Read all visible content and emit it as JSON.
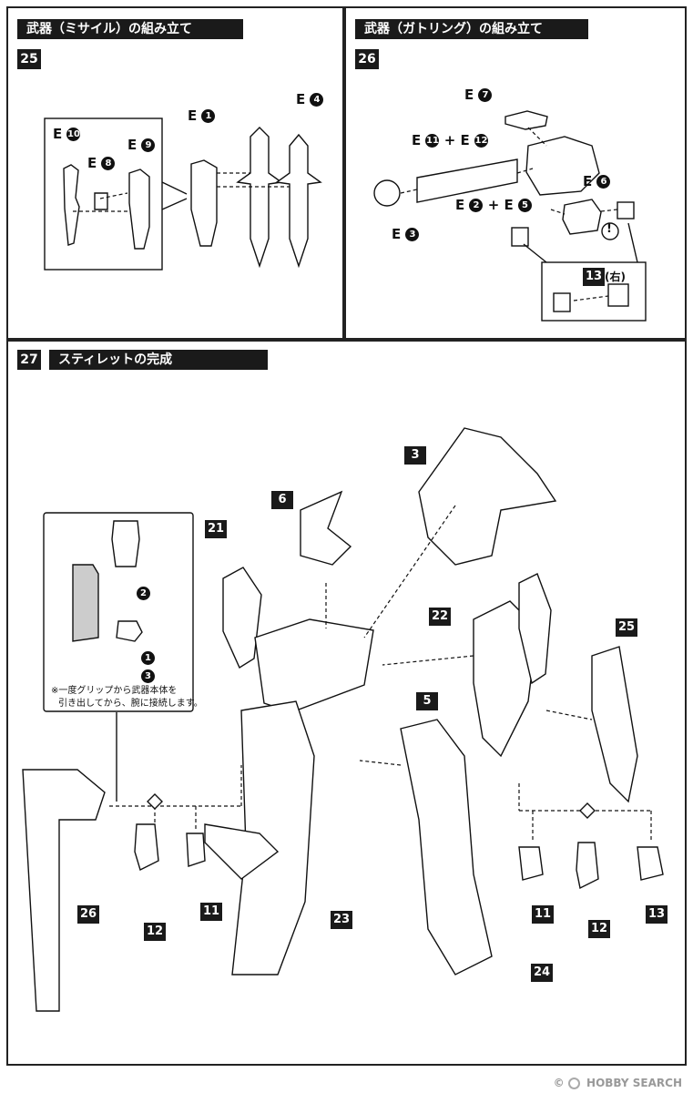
{
  "panel25": {
    "title": "武器（ミサイル）の組み立て",
    "step": "25",
    "parts": {
      "e10": "10",
      "e8": "8",
      "e9": "9",
      "e1": "1",
      "e4": "4"
    },
    "prefix": "E"
  },
  "panel26": {
    "title": "武器（ガトリング）の組み立て",
    "step": "26",
    "prefix": "E",
    "plus": "+",
    "parts": {
      "e7": "7",
      "e11": "11",
      "e12": "12",
      "e2": "2",
      "e5": "5",
      "e6": "6",
      "e3": "3"
    },
    "callout_badge": "13",
    "callout_note": "(右)",
    "caution": "!"
  },
  "panel27": {
    "title": "スティレットの完成",
    "step": "27",
    "inset_steps": [
      "1",
      "2",
      "3"
    ],
    "inset_note_line1": "※一度グリップから武器本体を",
    "inset_note_line2": "引き出してから、腕に接続します。",
    "badges": {
      "b3": "3",
      "b6": "6",
      "b21": "21",
      "b22": "22",
      "b25": "25",
      "b5": "5",
      "b23": "23",
      "b24": "24",
      "b26": "26",
      "b12a": "12",
      "b11a": "11",
      "b11b": "11",
      "b12b": "12",
      "b13": "13"
    }
  },
  "watermark": {
    "text": "HOBBY SEARCH",
    "copyright": "©"
  }
}
